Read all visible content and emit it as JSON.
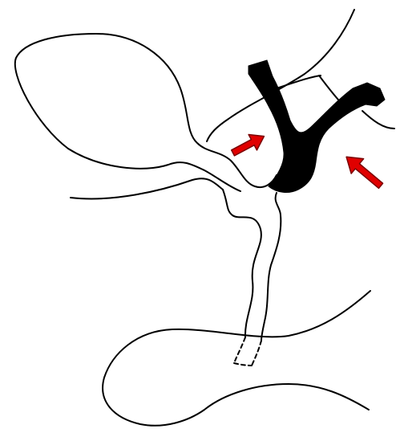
{
  "diagram": {
    "colors": {
      "line": "#000000",
      "background": "#ffffff",
      "duct_fill": "#000000",
      "arrow_fill": "#e00000",
      "arrow_outline": "#7a0000"
    },
    "arrows": [
      {
        "name": "arrow-left",
        "points_to": "hepatic-duct-confluence"
      },
      {
        "name": "arrow-right",
        "points_to": "right-hepatic-duct"
      }
    ]
  }
}
